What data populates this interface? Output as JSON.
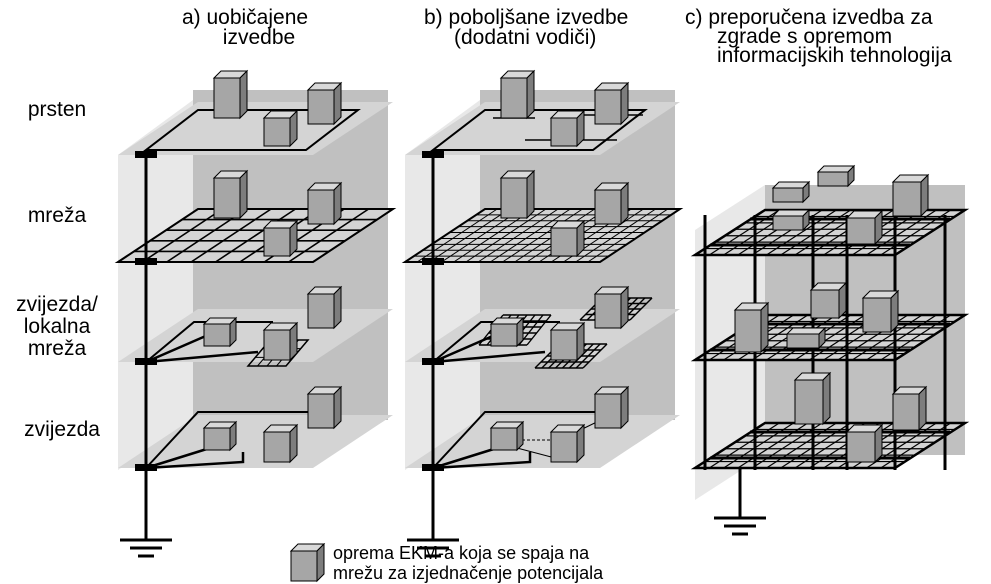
{
  "columns": [
    {
      "prefix": "a)",
      "title_lines": [
        "uobičajene",
        "izvedbe"
      ]
    },
    {
      "prefix": "b)",
      "title_lines": [
        "poboljšane izvedbe",
        "(dodatni vodiči)"
      ]
    },
    {
      "prefix": "c)",
      "title_lines": [
        "preporučena izvedba za",
        "zgrade s opremom",
        "informacijskih tehnologija"
      ]
    }
  ],
  "rows": [
    {
      "lines": [
        "prsten"
      ]
    },
    {
      "lines": [
        "mreža"
      ]
    },
    {
      "lines": [
        "zvijezda/",
        "lokalna",
        "mreža"
      ]
    },
    {
      "lines": [
        "zvijezda"
      ]
    }
  ],
  "legend": {
    "lines": [
      "oprema EKM-a koja se spaja na",
      "mrežu za izjednačenje potencijala"
    ]
  },
  "colors": {
    "slab": "#d4d4d4",
    "wall": "#c0c0c0",
    "box_front": "#a6a6a6",
    "box_top": "#d9d9d9",
    "box_side": "#7d7d7d",
    "line": "#000000"
  }
}
